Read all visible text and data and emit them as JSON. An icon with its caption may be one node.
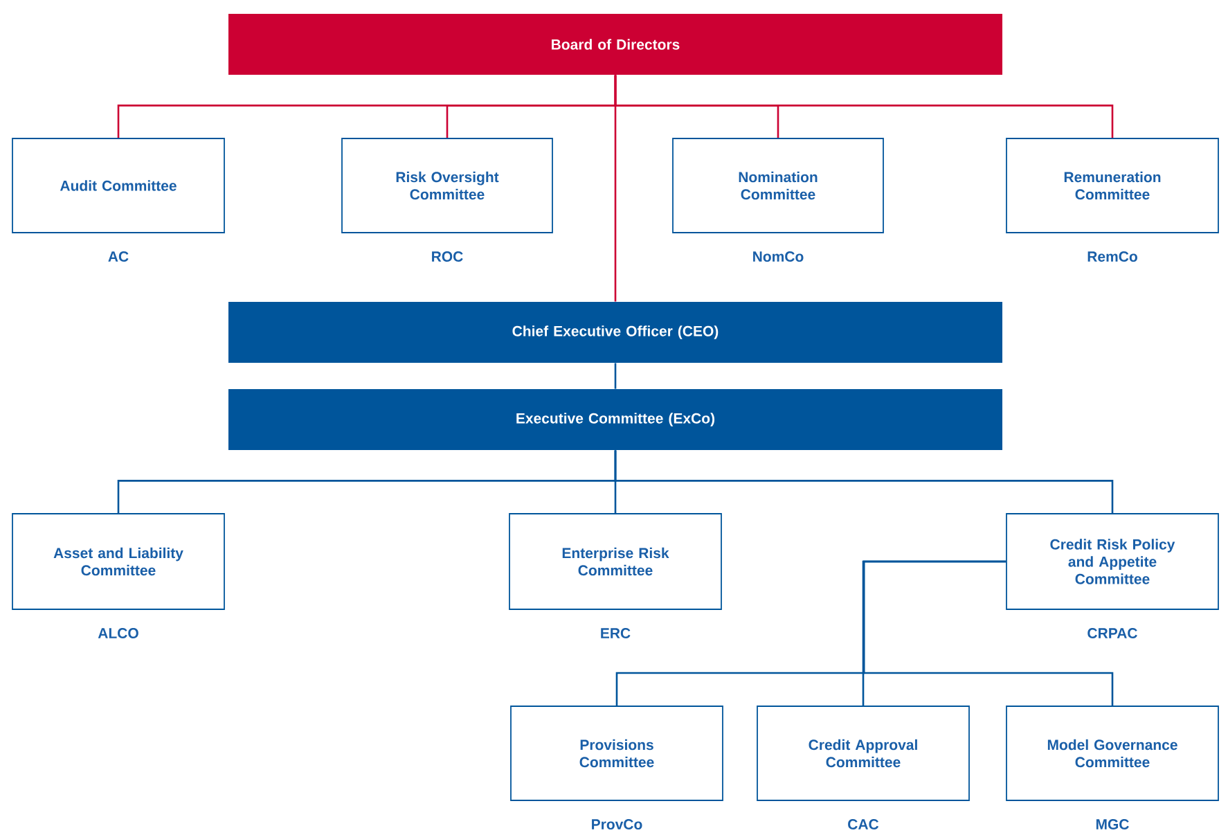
{
  "diagram": {
    "nodes": [
      {
        "text": [
          "Board of Directors"
        ]
      },
      {
        "text": [
          "Audit Committee"
        ],
        "beside": [
          "AC"
        ]
      },
      {
        "text": [
          "Risk Oversight Committee"
        ],
        "beside": [
          "ROC"
        ]
      },
      {
        "text": [
          "Nomination Committee"
        ],
        "beside": [
          "NomCo"
        ]
      },
      {
        "text": [
          "Remuneration Committee"
        ],
        "beside": [
          "RemCo"
        ]
      },
      {
        "text": [
          "Chief Executive Officer (CEO)"
        ]
      },
      {
        "text": [
          "Executive Committee (ExCo)"
        ]
      },
      {
        "text": [
          "Asset and Liability Committee"
        ],
        "beside": [
          "ALCO"
        ]
      },
      {
        "text": [
          "Enterprise Risk Committee"
        ],
        "beside": [
          "ERC"
        ]
      },
      {
        "text": [
          "Credit Risk Policy and Appetite Committee"
        ],
        "beside": [
          "CRPAC"
        ]
      },
      {
        "text": [
          "Provisions Committee"
        ],
        "beside": [
          "ProvCo"
        ]
      },
      {
        "text": [
          "Credit Approval Committee"
        ],
        "beside": [
          "CAC"
        ]
      },
      {
        "text": [
          "Model Governance Committee"
        ],
        "beside": [
          "MGC"
        ]
      }
    ],
    "edges": [
      {
        "from": 0,
        "to": 1,
        "arrow": "none",
        "color": "#cc0033"
      },
      {
        "from": 0,
        "to": 2,
        "arrow": "none",
        "color": "#cc0033"
      },
      {
        "from": 0,
        "to": 3,
        "arrow": "none",
        "color": "#cc0033"
      },
      {
        "from": 0,
        "to": 4,
        "arrow": "none",
        "color": "#cc0033"
      },
      {
        "from": 0,
        "to": 5,
        "arrow": "none",
        "color": "#cc0033"
      },
      {
        "from": 5,
        "to": 6,
        "arrow": "none"
      },
      {
        "from": 6,
        "to": 7,
        "arrow": "none"
      },
      {
        "from": 6,
        "to": 8,
        "arrow": "none"
      },
      {
        "from": 6,
        "to": 9,
        "arrow": "none"
      },
      {
        "from": 9,
        "to": 10,
        "arrow": "none"
      },
      {
        "from": 9,
        "to": 11,
        "arrow": "none"
      },
      {
        "from": 9,
        "to": 12,
        "arrow": "none"
      }
    ]
  }
}
